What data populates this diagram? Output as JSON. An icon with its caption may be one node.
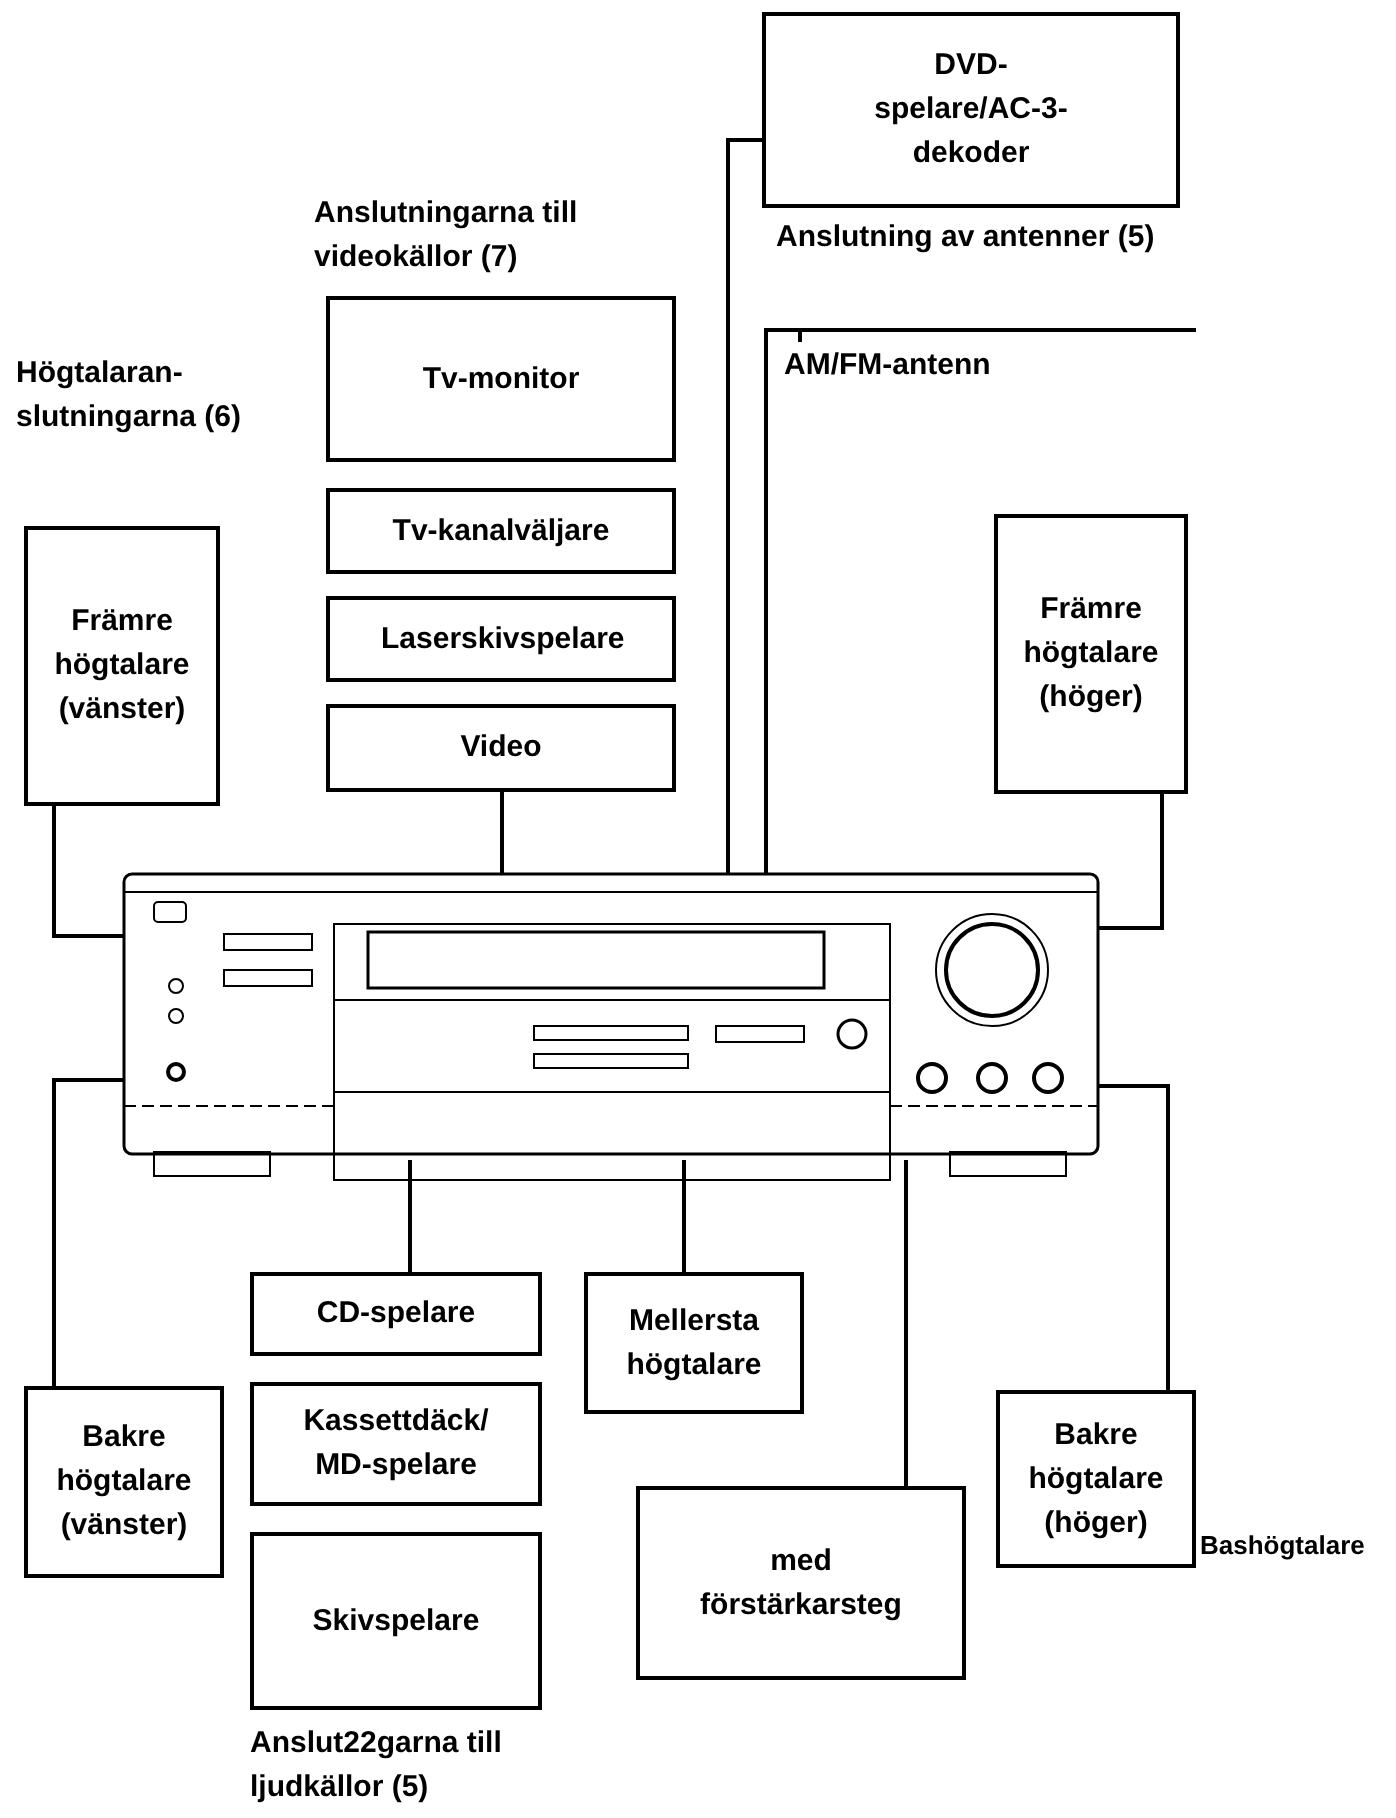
{
  "diagram": {
    "nodes": [
      {
        "text": [],
        "shape": "picture"
      },
      {
        "text": [
          "DVD-spelare/AC-3-dekoder"
        ]
      },
      {
        "text": [
          "Tv-monitor"
        ]
      },
      {
        "text": [
          "Tv-kanalväljare"
        ]
      },
      {
        "text": [
          "Laserskivspelare"
        ]
      },
      {
        "text": [
          "Video"
        ]
      },
      {
        "text": [
          "Främre högtalare (vänster)"
        ]
      },
      {
        "text": [
          "Främre högtalare (höger)"
        ]
      },
      {
        "text": [
          "AM/FM-antenn"
        ]
      },
      {
        "text": [
          "CD-spelare"
        ]
      },
      {
        "text": [
          "Kassettdäck/ MD-spelare"
        ]
      },
      {
        "text": [
          "Skivspelare"
        ]
      },
      {
        "text": [
          "Mellersta högtalare"
        ]
      },
      {
        "text": [
          "Bakre högtalare (vänster)"
        ]
      },
      {
        "text": [
          "med förstärkarsteg"
        ]
      },
      {
        "text": [
          "Bakre högtalare (höger)"
        ]
      }
    ],
    "edges": [
      {
        "from": 6,
        "to": 0,
        "arrow": "none"
      },
      {
        "from": 5,
        "to": 0,
        "arrow": "none"
      },
      {
        "from": 1,
        "to": 0,
        "arrow": "none"
      },
      {
        "from": 8,
        "to": 0,
        "arrow": "none"
      },
      {
        "from": 7,
        "to": 0,
        "arrow": "none"
      },
      {
        "from": 13,
        "to": 0,
        "arrow": "none"
      },
      {
        "from": 15,
        "to": 0,
        "arrow": "none"
      },
      {
        "from": 9,
        "to": 0,
        "arrow": "none"
      },
      {
        "from": 12,
        "to": 0,
        "arrow": "none"
      },
      {
        "from": 14,
        "to": 0,
        "arrow": "none"
      }
    ],
    "labels": [
      "Anslutningarna till videokällor (7)",
      "Anslutning av antenner (5)",
      "Högtalaran- slutningarna (6)",
      "Bashögtalare",
      "Anslut22garna till ljudkällor (5)"
    ]
  }
}
